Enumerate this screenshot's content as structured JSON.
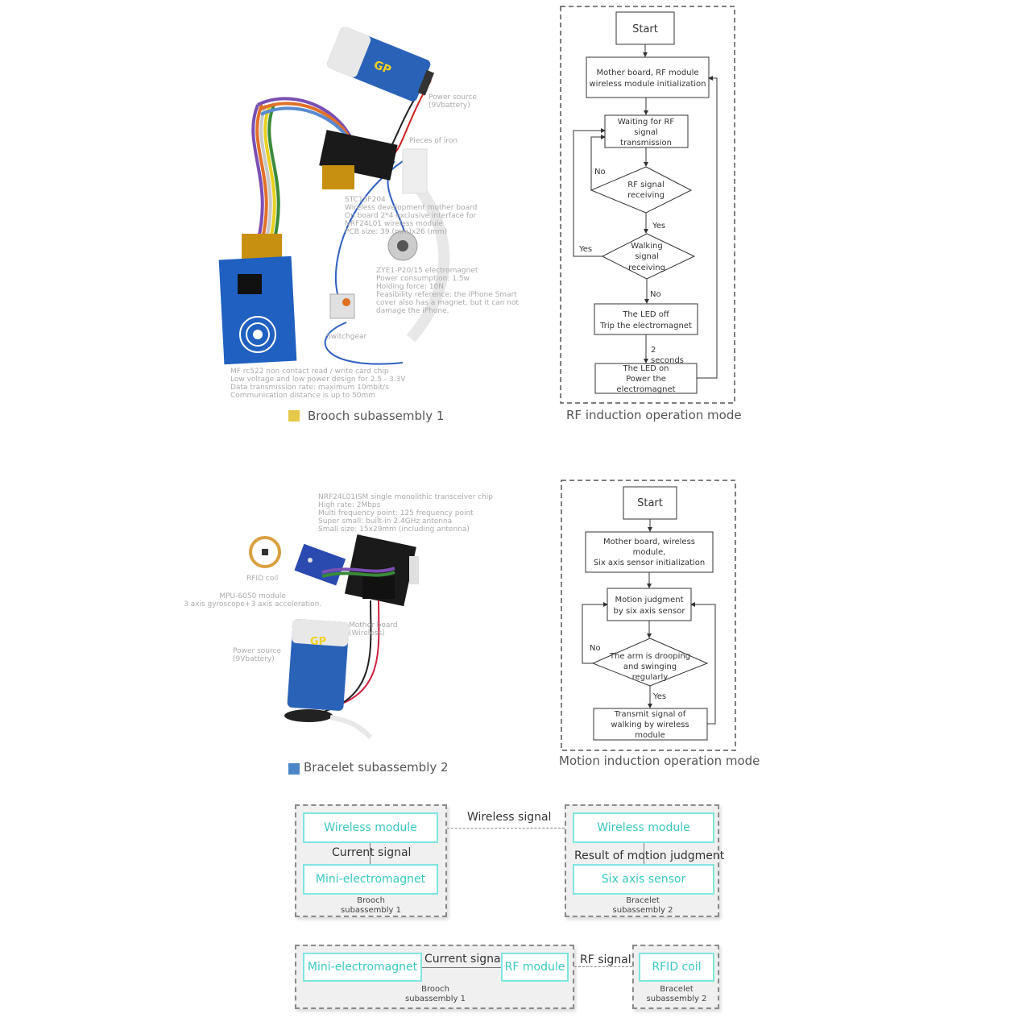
{
  "brooch_photo": {
    "labels": [
      {
        "text": "Power source\n(9Vbattery)"
      },
      {
        "text": "Pieces of iron"
      },
      {
        "text": "STC15F204\nWireless development mother board\nOn board 2*4 exclusive interface for\nNRF24L01 wireless module\nPCB size: 39 (mm)x26 (mm)"
      },
      {
        "text": "ZYE1-P20/15 electromagnet\nPower consumption: 1.5w\nHolding force: 10N\nFeasibility reference: the iPhone Smart\ncover also has a magnet, but it can not\ndamage the iPhone."
      },
      {
        "text": "Switchgear"
      },
      {
        "text": "MF rc522 non contact read / write card chip\nLow voltage and low power design for 2.5 - 3.3V\nData transmission rate: maximum 10mbit/s\nCommunication distance is up to 50mm"
      }
    ],
    "caption": "Brooch subassembly 1",
    "swatch_color": "#e6c84a"
  },
  "bracelet_photo": {
    "labels": [
      {
        "text": "NRF24L01ISM single monolithic transceiver chip\nHigh rate: 2Mbps\nMulti frequency point: 125 frequency point\nSuper small: built-in 2.4GHz antenna\nSmall size: 15x29mm (including antenna)"
      },
      {
        "text": "RFID coil"
      },
      {
        "text": "MPU-6050 module\n3 axis gyroscope+3 axis acceleration."
      },
      {
        "text": "Mother board\n(Wireless)"
      },
      {
        "text": "Power source\n(9Vbattery)"
      }
    ],
    "caption": "Bracelet subassembly 2",
    "swatch_color": "#4a86c8"
  },
  "flowchart_rf": {
    "caption": "RF induction operation mode",
    "start": "Start",
    "init": [
      "Mother board, RF module",
      "wireless module initialization"
    ],
    "wait": [
      "Waiting for RF",
      "signal",
      "transmission"
    ],
    "rf_decision": [
      "RF signal",
      "receiving"
    ],
    "walk_decision": [
      "Walking",
      "signal",
      "receiving"
    ],
    "led_off": [
      "The LED off",
      "Trip the electromagnet"
    ],
    "led_on": [
      "The LED on",
      "Power the",
      "electromagnet"
    ],
    "labels": {
      "no1": "No",
      "yes1": "Yes",
      "yes2": "Yes",
      "no2": "No",
      "two_seconds": [
        "2",
        "seconds"
      ]
    }
  },
  "flowchart_motion": {
    "caption": "Motion induction operation mode",
    "start": "Start",
    "init": [
      "Mother board, wireless",
      "module,",
      "Six axis sensor initialization"
    ],
    "judge": [
      "Motion judgment",
      "by six axis sensor"
    ],
    "decision": [
      "The arm is drooping",
      "and swinging",
      "regularly"
    ],
    "transmit": [
      "Transmit signal of",
      "walking by wireless",
      "module"
    ],
    "labels": {
      "no": "No",
      "yes": "Yes"
    }
  },
  "system_diagram_1": {
    "left_group": {
      "top_box": "Wireless module",
      "bottom_box": "Mini-electromagnet",
      "link_label": "Current signal",
      "caption": [
        "Brooch",
        "subassembly 1"
      ]
    },
    "right_group": {
      "top_box": "Wireless module",
      "bottom_box": "Six axis sensor",
      "link_label": "Result of motion judgment",
      "caption": [
        "Bracelet",
        "subassembly 2"
      ]
    },
    "signal": "Wireless signal"
  },
  "system_diagram_2": {
    "left_group": {
      "box_a": "Mini-electromagnet",
      "box_b": "RF module",
      "link_label": "Current signal",
      "caption": [
        "Brooch",
        "subassembly 1"
      ]
    },
    "right_group": {
      "box": "RFID coil",
      "caption": [
        "Bracelet",
        "subassembly 2"
      ]
    },
    "signal": "RF signal"
  },
  "colors": {
    "accent_cyan": "#37c8c0",
    "box_border_cyan": "#7ee6e0",
    "dashed_border": "#8a8a8a",
    "group_bg": "#f0f0f0"
  }
}
